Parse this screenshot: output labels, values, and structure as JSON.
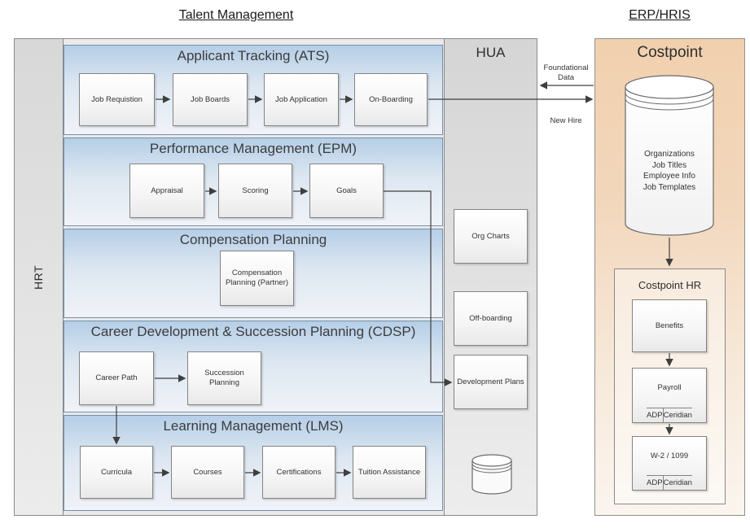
{
  "page": {
    "left_title": "Talent Management",
    "right_title": "ERP/HRIS"
  },
  "hrt": {
    "label": "HRT"
  },
  "hua": {
    "label": "HUA",
    "org_charts": "Org Charts",
    "off_boarding": "Off-boarding",
    "development_plans": "Development Plans"
  },
  "bands": {
    "ats": {
      "title": "Applicant Tracking (ATS)",
      "boxes": [
        "Job Requistion",
        "Job Boards",
        "Job Application",
        "On-Boarding"
      ]
    },
    "epm": {
      "title": "Performance Management (EPM)",
      "boxes": [
        "Appraisal",
        "Scoring",
        "Goals"
      ]
    },
    "comp": {
      "title": "Compensation Planning",
      "boxes": [
        "Compensation Planning (Partner)"
      ]
    },
    "cdsp": {
      "title": "Career Development & Succession Planning (CDSP)",
      "boxes": [
        "Career Path",
        "Succession Planning"
      ]
    },
    "lms": {
      "title": "Learning Management (LMS)",
      "boxes": [
        "Curricula",
        "Courses",
        "Certifications",
        "Tuition Assistance"
      ]
    }
  },
  "flows": {
    "foundational_data": "Foundational Data",
    "new_hire": "New Hire"
  },
  "costpoint": {
    "title": "Costpoint",
    "database": [
      "Organizations",
      "Job Titles",
      "Employee Info",
      "Job Templates"
    ],
    "hr": {
      "title": "Costpoint HR",
      "benefits": "Benefits",
      "payroll": "Payroll",
      "w2": "W-2 / 1099",
      "vendors": [
        "ADP",
        "Ceridian"
      ]
    }
  },
  "colors": {
    "band_top": "#b5cee7",
    "costpoint_top": "#f1d0ae",
    "line": "#3f3f3f"
  }
}
